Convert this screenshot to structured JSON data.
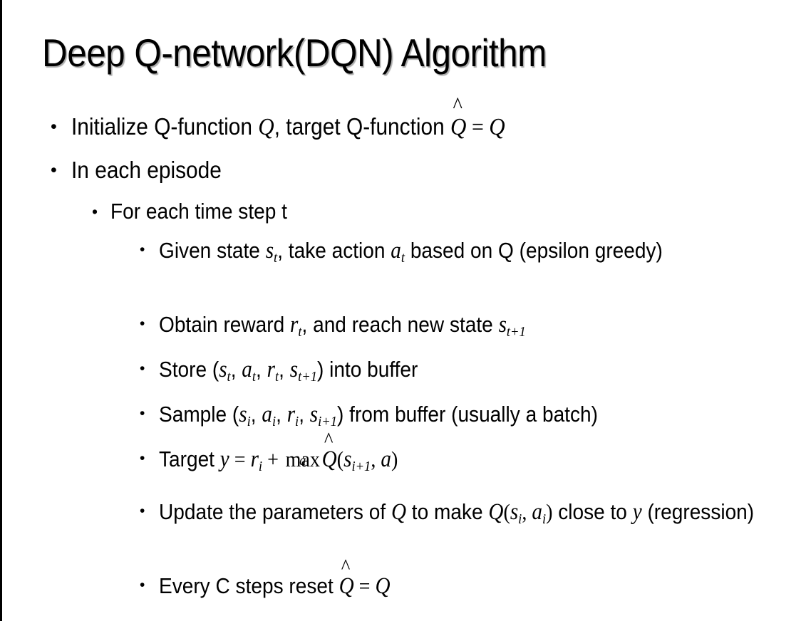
{
  "slide": {
    "title": "Deep Q-network(DQN) Algorithm",
    "background_color": "#ffffff",
    "text_color": "#000000",
    "border_color": "#000000",
    "bullet_glyph": "•"
  },
  "bullets": {
    "b1": {
      "level": 1,
      "pre": "Initialize Q-function ",
      "var_q1": "Q",
      "mid": ", target Q-function ",
      "hat": "̂",
      "var_qhat": "Q",
      "eq": " = ",
      "var_q2": "Q"
    },
    "b2": {
      "level": 1,
      "text": "In each episode"
    },
    "b3": {
      "level": 2,
      "text": "For each time step t"
    },
    "b4": {
      "level": 3,
      "pre": "Given state ",
      "var_s": "s",
      "sub_s": "t",
      "mid": ", take action ",
      "var_a": "a",
      "sub_a": "t",
      "post": " based on Q (epsilon greedy)"
    },
    "b5": {
      "level": 3,
      "pre": "Obtain reward ",
      "var_r": "r",
      "sub_r": "t",
      "mid": ", and reach new state ",
      "var_s2": "s",
      "sub_s2": "t+1"
    },
    "b6": {
      "level": 3,
      "pre": "Store (",
      "var_s": "s",
      "sub_s": "t",
      "c1": ", ",
      "var_a": "a",
      "sub_a": "t",
      "c2": ", ",
      "var_r": "r",
      "sub_r": "t",
      "c3": ", ",
      "var_s2": "s",
      "sub_s2": "t+1",
      "post": ") into buffer"
    },
    "b7": {
      "level": 3,
      "pre": "Sample (",
      "var_s": "s",
      "sub_s": "i",
      "c1": ", ",
      "var_a": "a",
      "sub_a": "i",
      "c2": ", ",
      "var_r": "r",
      "sub_r": "i",
      "c3": ", ",
      "var_s2": "s",
      "sub_s2": "i+1",
      "post": ") from buffer (usually a batch)"
    },
    "b8": {
      "level": 3,
      "pre": "Target ",
      "var_y": "y",
      "eq": " = ",
      "var_r": "r",
      "sub_r": "i",
      "plus": " + ",
      "op": "max",
      "op_sub": "a",
      "hat": "̂",
      "var_qhat": "Q",
      "paren_open": "(",
      "var_s": "s",
      "sub_s": "i+1",
      "comma": ", ",
      "var_a": "a",
      "paren_close": ")"
    },
    "b9": {
      "level": 3,
      "pre": "Update the parameters of ",
      "var_q1": "Q",
      "mid": " to make ",
      "var_q2": "Q",
      "paren_open": "(",
      "var_s": "s",
      "sub_s": "i",
      "comma": ", ",
      "var_a": "a",
      "sub_a": "i",
      "paren_close": ")",
      "post": " close to ",
      "var_y": "y",
      "tail": " (regression)"
    },
    "b10": {
      "level": 3,
      "pre": "Every C steps reset ",
      "hat": "̂",
      "var_qhat": "Q",
      "eq": " = ",
      "var_q": "Q"
    }
  }
}
